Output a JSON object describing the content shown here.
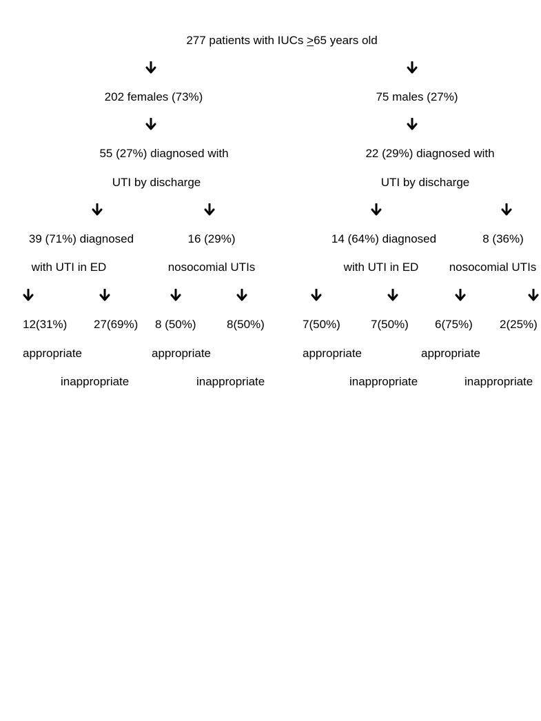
{
  "root": {
    "text_before": "277 patients with IUCs ",
    "symbol": ">",
    "text_after": "65 years old"
  },
  "female": {
    "count": "202 females (73%)",
    "uti_line1": "55 (27%) diagnosed with",
    "uti_line2": "UTI by discharge",
    "ed": {
      "line1": "39 (71%) diagnosed",
      "line2": "with UTI in ED",
      "appropriate_value": "12(31%)",
      "appropriate_label": "appropriate",
      "inappropriate_value": "27(69%)",
      "inappropriate_label": "inappropriate"
    },
    "nosocomial": {
      "line1": "16 (29%)",
      "line2": "nosocomial UTIs",
      "appropriate_value": "8 (50%)",
      "appropriate_label": "appropriate",
      "inappropriate_value": "8(50%)",
      "inappropriate_label": "inappropriate"
    }
  },
  "male": {
    "count": "75 males (27%)",
    "uti_line1": "22 (29%) diagnosed with",
    "uti_line2": "UTI by discharge",
    "ed": {
      "line1": "14 (64%) diagnosed",
      "line2": "with UTI in ED",
      "appropriate_value": "7(50%)",
      "appropriate_label": "appropriate",
      "inappropriate_value": "7(50%)",
      "inappropriate_label": "inappropriate"
    },
    "nosocomial": {
      "line1": "8 (36%)",
      "line2": "nosocomial UTIs",
      "appropriate_value": "6(75%)",
      "appropriate_label": "appropriate",
      "inappropriate_value": "2(25%)",
      "inappropriate_label": "inappropriate"
    }
  },
  "icons": {
    "arrow": "arrow-down-icon"
  }
}
